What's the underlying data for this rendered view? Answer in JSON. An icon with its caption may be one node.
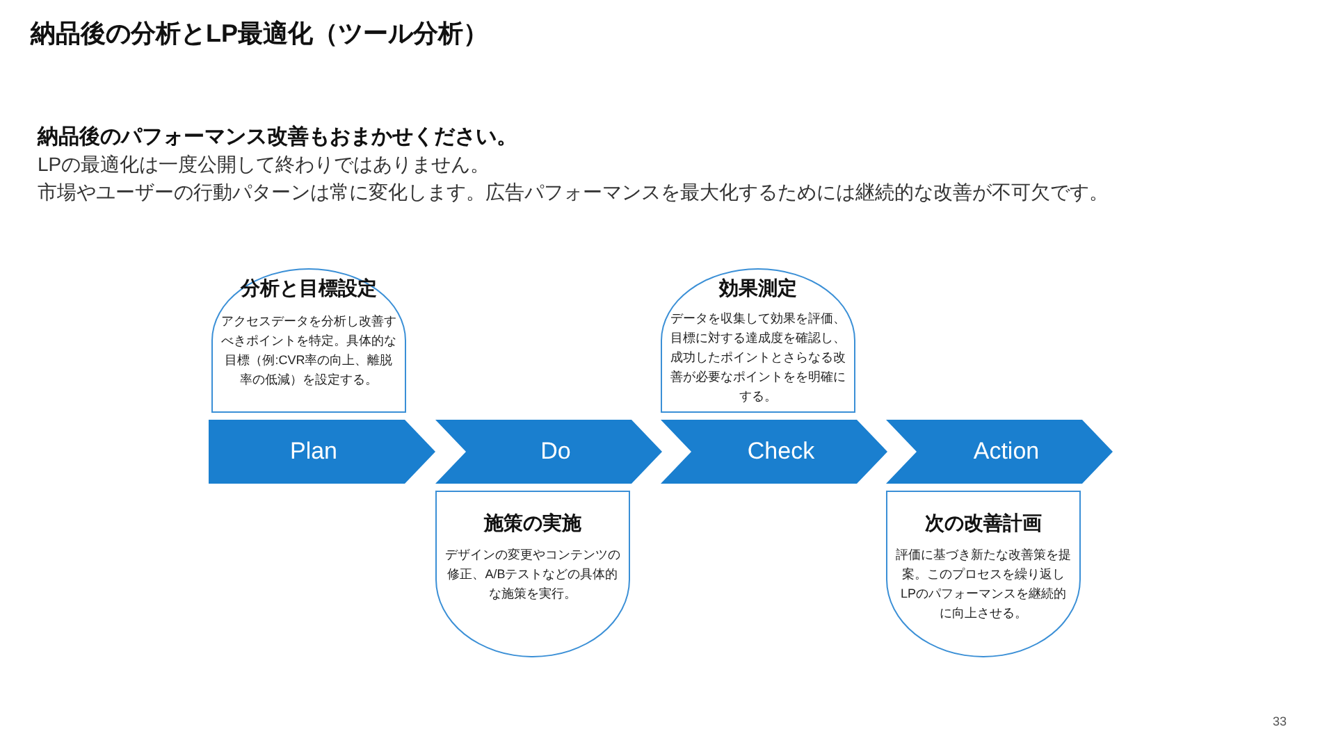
{
  "diagram": {
    "title": "納品後の分析とLP最適化（ツール分析）",
    "nodes": [
      {
        "text": [
          "分析と目標設定",
          "アクセスデータを分析し改善すべきポイントを特定。具体的な目標（例:CVR率の向上、離脱率の低減）を設定する。"
        ]
      },
      {
        "text": [
          "効果測定",
          "データを収集して効果を評価、目標に対する達成度を確認し、成功したポイントとさらなる改善が必要なポイントをを明確にする。"
        ]
      },
      {
        "text": [
          "Plan"
        ]
      },
      {
        "text": [
          "Do"
        ]
      },
      {
        "text": [
          "Check"
        ]
      },
      {
        "text": [
          "Action"
        ]
      },
      {
        "text": [
          "施策の実施",
          "デザインの変更やコンテンツの修正、A/Bテストなどの具体的な施策を実行。"
        ]
      },
      {
        "text": [
          "次の改善計画",
          "評価に基づき新たな改善策を提案。このプロセスを繰り返しLPのパフォーマンスを継続的に向上させる。"
        ]
      }
    ],
    "labels": [
      "納品後のパフォーマンス改善もおまかせください。",
      "LPの最適化は一度公開して終わりではありません。",
      "市場やユーザーの行動パターンは常に変化します。広告パフォーマンスを最大化するためには継続的な改善が不可欠です。",
      "33"
    ]
  }
}
